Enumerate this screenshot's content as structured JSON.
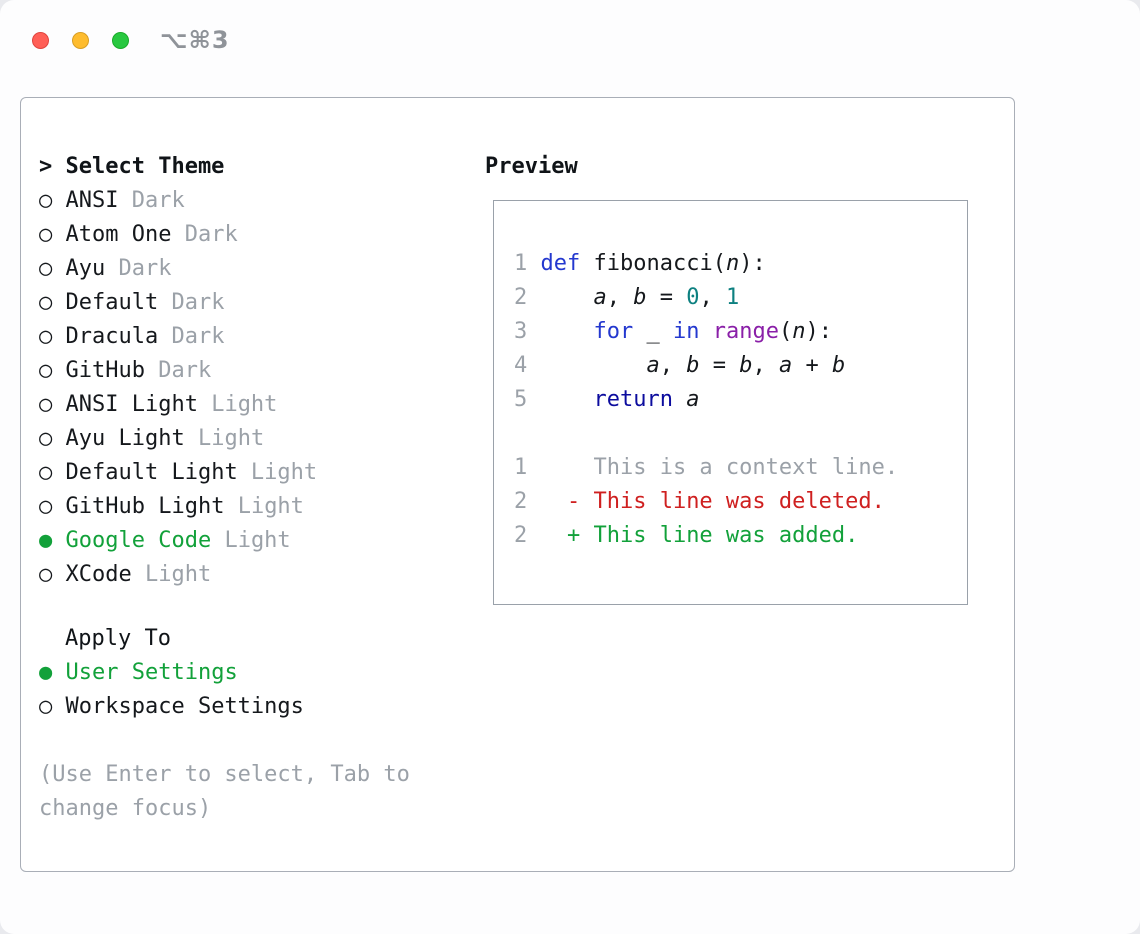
{
  "window": {
    "shortcut_label": "⌥⌘3"
  },
  "icons": {
    "radio_unselected": "○",
    "radio_selected": "●"
  },
  "colors": {
    "accent_green": "#12a13a",
    "keyword_blue": "#2438cf",
    "return_navy": "#0c0c9e",
    "function_purple": "#8a1fa8",
    "number_teal": "#0d8080",
    "muted_gray": "#9ba1a8",
    "deleted_red": "#cf2020",
    "text_dark": "#15181c"
  },
  "selector": {
    "title": "> Select Theme",
    "themes": [
      {
        "name": "ANSI",
        "variant": "Dark",
        "selected": false
      },
      {
        "name": "Atom One",
        "variant": "Dark",
        "selected": false
      },
      {
        "name": "Ayu",
        "variant": "Dark",
        "selected": false
      },
      {
        "name": "Default",
        "variant": "Dark",
        "selected": false
      },
      {
        "name": "Dracula",
        "variant": "Dark",
        "selected": false
      },
      {
        "name": "GitHub",
        "variant": "Dark",
        "selected": false
      },
      {
        "name": "ANSI Light",
        "variant": "Light",
        "selected": false
      },
      {
        "name": "Ayu Light",
        "variant": "Light",
        "selected": false
      },
      {
        "name": "Default Light",
        "variant": "Light",
        "selected": false
      },
      {
        "name": "GitHub Light",
        "variant": "Light",
        "selected": false
      },
      {
        "name": "Google Code",
        "variant": "Light",
        "selected": true
      },
      {
        "name": "XCode",
        "variant": "Light",
        "selected": false
      }
    ],
    "apply_to": {
      "title": "Apply To",
      "options": [
        {
          "label": "User Settings",
          "selected": true
        },
        {
          "label": "Workspace Settings",
          "selected": false
        }
      ]
    },
    "hint": "(Use Enter to select, Tab to change focus)"
  },
  "preview": {
    "title": "Preview",
    "code_lines": [
      {
        "number": "1",
        "tokens": [
          [
            "kw",
            "def"
          ],
          [
            "plain",
            " fibonacci("
          ],
          [
            "var",
            "n"
          ],
          [
            "plain",
            "):"
          ]
        ]
      },
      {
        "number": "2",
        "tokens": [
          [
            "plain",
            "    "
          ],
          [
            "var",
            "a"
          ],
          [
            "plain",
            ", "
          ],
          [
            "var",
            "b"
          ],
          [
            "plain",
            " = "
          ],
          [
            "num",
            "0"
          ],
          [
            "plain",
            ", "
          ],
          [
            "num",
            "1"
          ]
        ]
      },
      {
        "number": "3",
        "tokens": [
          [
            "plain",
            "    "
          ],
          [
            "kw",
            "for"
          ],
          [
            "plain",
            " _ "
          ],
          [
            "kw",
            "in"
          ],
          [
            "plain",
            " "
          ],
          [
            "fn",
            "range"
          ],
          [
            "plain",
            "("
          ],
          [
            "var",
            "n"
          ],
          [
            "plain",
            "):"
          ]
        ]
      },
      {
        "number": "4",
        "tokens": [
          [
            "plain",
            "        "
          ],
          [
            "var",
            "a"
          ],
          [
            "plain",
            ", "
          ],
          [
            "var",
            "b"
          ],
          [
            "plain",
            " = "
          ],
          [
            "var",
            "b"
          ],
          [
            "plain",
            ", "
          ],
          [
            "var",
            "a"
          ],
          [
            "plain",
            " + "
          ],
          [
            "var",
            "b"
          ]
        ]
      },
      {
        "number": "5",
        "tokens": [
          [
            "plain",
            "    "
          ],
          [
            "kw2",
            "return"
          ],
          [
            "plain",
            " "
          ],
          [
            "var",
            "a"
          ]
        ]
      }
    ],
    "diff_lines": [
      {
        "number": "1",
        "marker": " ",
        "text": "This is a context line.",
        "type": "context"
      },
      {
        "number": "2",
        "marker": "-",
        "text": "This line was deleted.",
        "type": "deleted"
      },
      {
        "number": "2",
        "marker": "+",
        "text": "This line was added.",
        "type": "added"
      }
    ]
  }
}
